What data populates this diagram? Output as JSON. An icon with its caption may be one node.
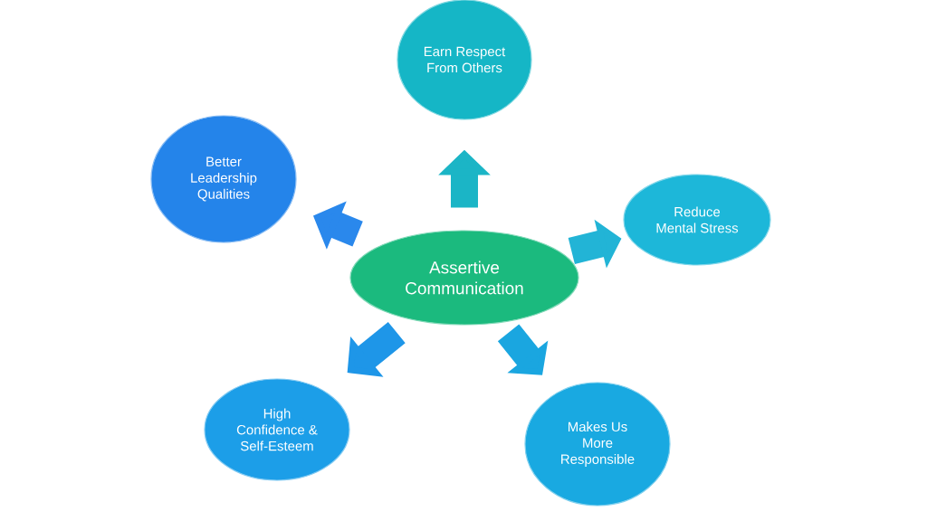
{
  "diagram": {
    "nodes": [
      {
        "text": [
          "Earn Respect From Others"
        ]
      },
      {
        "text": [
          "Better Leadership Qualities"
        ]
      },
      {
        "text": [
          "Reduce Mental Stress"
        ]
      },
      {
        "text": [
          "Assertive Communication"
        ]
      },
      {
        "text": [
          "High Confidence & Self-Esteem"
        ]
      },
      {
        "text": [
          "Makes Us More Responsible"
        ]
      }
    ],
    "edges": [
      {
        "from": 3,
        "to": 0,
        "arrow": "to",
        "color": "#1bb5c6"
      },
      {
        "from": 3,
        "to": 1,
        "arrow": "to",
        "color": "#2a88ec"
      },
      {
        "from": 3,
        "to": 2,
        "arrow": "to",
        "color": "#22b4d6"
      },
      {
        "from": 3,
        "to": 4,
        "arrow": "to",
        "color": "#1e96e8"
      },
      {
        "from": 3,
        "to": 5,
        "arrow": "to",
        "color": "#1aa6e0"
      }
    ]
  }
}
